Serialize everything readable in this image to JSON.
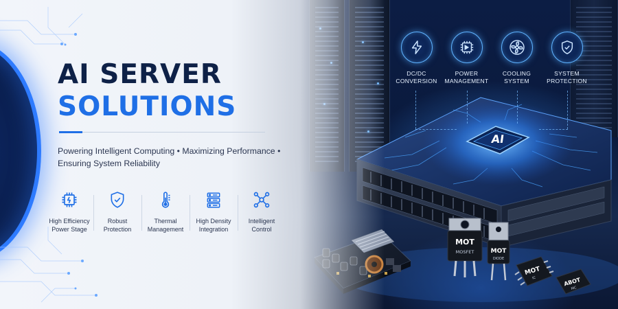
{
  "headline": {
    "line1": "AI SERVER",
    "line2": "SOLUTIONS"
  },
  "subtitle": "Powering Intelligent Computing • Maximizing Performance • Ensuring System Reliability",
  "features": [
    {
      "label": "High Efficiency\nPower Stage",
      "icon": "chip-icon"
    },
    {
      "label": "Robust\nProtection",
      "icon": "shield-check-icon"
    },
    {
      "label": "Thermal\nManagement",
      "icon": "thermometer-icon"
    },
    {
      "label": "High Density\nIntegration",
      "icon": "server-stack-icon"
    },
    {
      "label": "Intelligent\nControl",
      "icon": "network-nodes-icon"
    }
  ],
  "categories": [
    {
      "label": "DC/DC\nCONVERSION",
      "icon": "lightning-icon"
    },
    {
      "label": "POWER\nMANAGEMENT",
      "icon": "power-module-icon"
    },
    {
      "label": "COOLING\nSYSTEM",
      "icon": "fan-icon"
    },
    {
      "label": "SYSTEM\nPROTECTION",
      "icon": "shield-check-icon"
    }
  ],
  "ai_chip_label": "AI",
  "components": [
    {
      "brand": "MOT",
      "type": "MOSFET"
    },
    {
      "brand": "MOT",
      "type": "DIODE"
    },
    {
      "brand": "MOT",
      "type": "IC"
    },
    {
      "brand": "ABOT",
      "type": "MC"
    }
  ],
  "colors": {
    "navy": "#0e2147",
    "accent_blue": "#1f6fe6",
    "glow_blue": "#5fb2ff"
  }
}
